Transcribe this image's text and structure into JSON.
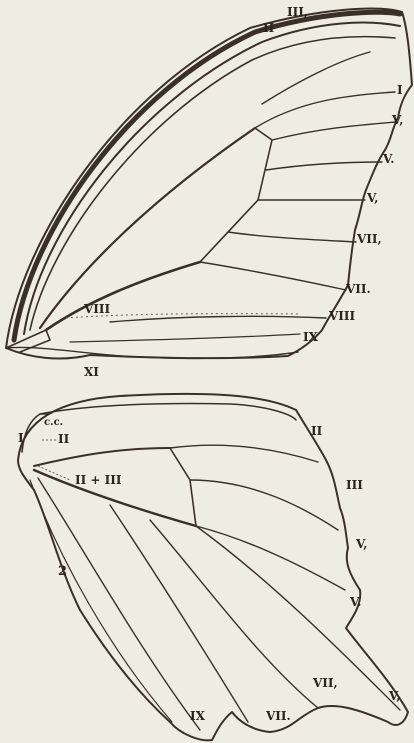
{
  "fore_wing": {
    "labels": {
      "II": "II",
      "III1": "III,",
      "I": "I",
      "V1": "V,",
      "V2": "V.",
      "V3": "V,",
      "VII1": "VII,",
      "VII2": "VII.",
      "VIII_right": "VIII",
      "VIII_inner": "VIII",
      "IX": "IX",
      "XI": "XI"
    }
  },
  "hind_wing": {
    "number": "2",
    "labels": {
      "I": "I",
      "cell": "c.c.",
      "II_inner": "II",
      "II_III": "II + III",
      "II_outer": "II",
      "III": "III",
      "V1": "V,",
      "V2": "V.",
      "V3": "V,",
      "VII1": "VII,",
      "VII2": "VII.",
      "IX": "IX"
    }
  },
  "colors": {
    "ink": "#3a3028",
    "paper": "#efece4"
  }
}
